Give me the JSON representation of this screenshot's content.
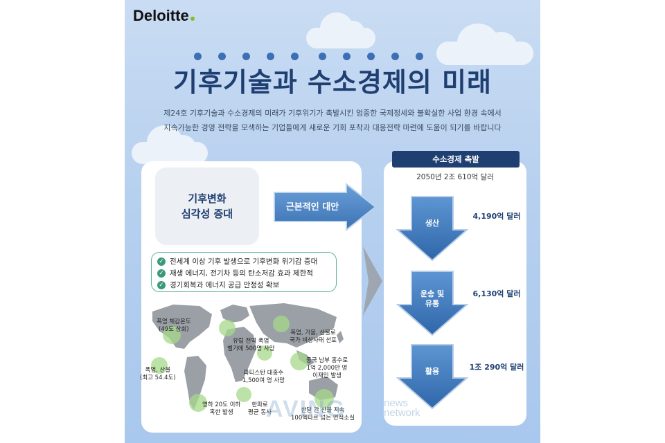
{
  "brand": {
    "logo_text": "Deloitte"
  },
  "header": {
    "title": "기후기술과 수소경제의 미래",
    "description_line1": "제24호 기후기술과 수소경제의 미래가 기후위기가 촉발시킨 엄중한 국제정세와 불확실한 사업 환경 속에서",
    "description_line2": "지속가능한 경영 전략을 모색하는 기업들에게 새로운 기회 포착과 대응전략 마련에 도움이 되기를 바랍니다"
  },
  "climate": {
    "issue_line1": "기후변화",
    "issue_line2": "심각성 증대",
    "arrow_label": "근본적인 대안",
    "checks": [
      "전세계 이상 기후 발생으로 기후변화 위기감 증대",
      "재생 에너지, 전기차 등의 탄소저감 효과 제한적",
      "경기회복과 에너지 공급 안정성 확보"
    ],
    "map_labels": [
      {
        "line1": "폭염 체감온도",
        "line2": "(49도 상회)"
      },
      {
        "line1": "유럽 전역 폭염",
        "line2": "벨기에 500명 사망"
      },
      {
        "line1": "폭염, 가뭄, 산불로",
        "line2": "국가 비상사태 선포"
      },
      {
        "line1": "폭염, 산불",
        "line2": "(최고 54.4도)"
      },
      {
        "line1": "파티스탄 대홍수",
        "line2": "1,500여 명 사망"
      },
      {
        "line1": "중국 남부 홍수로",
        "line2": "1억 2,000만 명",
        "line3": "이재민 발생"
      },
      {
        "line1": "영하 20도 이하",
        "line2": "혹한 발생"
      },
      {
        "line1": "한파로",
        "line2": "평균 동사"
      },
      {
        "line1": "한달 간 산불 지속",
        "line2": "100헥타르 넘는 면적소실"
      }
    ]
  },
  "hydrogen": {
    "header": "수소경제 촉발",
    "subtitle": "2050년 2조 610억 달러",
    "stages": [
      {
        "label_line1": "생산",
        "label_line2": "",
        "value": "4,190억 달러"
      },
      {
        "label_line1": "운송 및",
        "label_line2": "유통",
        "value": "6,130억 달러"
      },
      {
        "label_line1": "활용",
        "label_line2": "",
        "value": "1조 290억 달러"
      }
    ]
  },
  "watermark": {
    "main": "AVING",
    "sub_line1": "news",
    "sub_line2": "network"
  },
  "colors": {
    "navy": "#1f3f72",
    "dot_blue": "#3d6fb7",
    "arrow_blue": "#4f89c8",
    "check_green": "#3a9a7a",
    "deloitte_green": "#86bc25"
  },
  "icons": {
    "check": "check-circle-icon",
    "arrow_right": "arrow-right-icon",
    "arrow_down": "arrow-down-icon",
    "chevron": "chevron-right-icon"
  }
}
